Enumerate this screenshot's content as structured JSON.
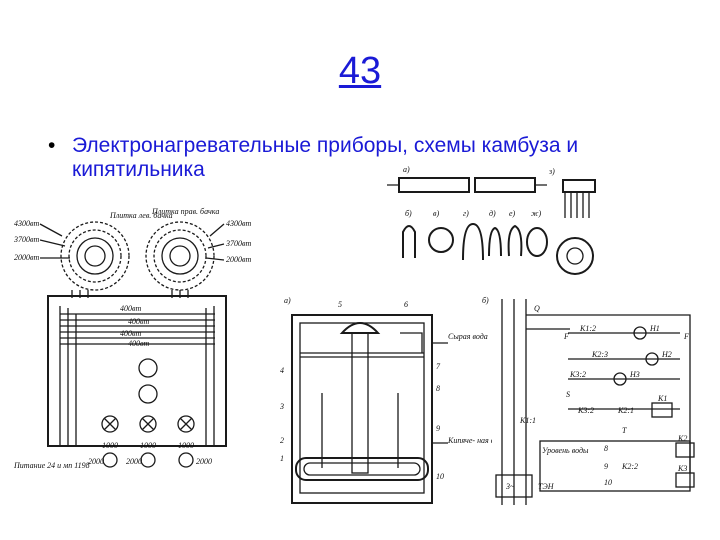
{
  "slide": {
    "number": "43",
    "bullet": "Электронагревательные приборы, схемы камбуза и кипятильника"
  },
  "stove_figure": {
    "left_plate_label": "Плитка лев. бачка",
    "right_plate_label": "Плитка прав. бачка",
    "left_powers": [
      "4300вт",
      "3700вт",
      "2000вт"
    ],
    "right_powers": [
      "4300вт",
      "3700вт",
      "2000вт"
    ],
    "center_powers": [
      "400вт",
      "400вт",
      "400вт",
      "400вт"
    ],
    "dial_values": [
      "1000",
      "1000",
      "1000",
      "2000",
      "2000",
      "2000"
    ],
    "supply_label": "Питание 24 и мп 1198"
  },
  "heater_figure": {
    "labels": [
      "а)",
      "з)",
      "б)",
      "в)",
      "г)",
      "д)",
      "е)",
      "ж)"
    ]
  },
  "boiler_figure": {
    "title": "а)",
    "part_numbers": [
      "1",
      "2",
      "3",
      "4",
      "5",
      "6",
      "7",
      "8",
      "9",
      "10"
    ],
    "raw_water_label": "Сырая вода",
    "boiled_water_label": "Кипяче- ная вода"
  },
  "circuit_figure": {
    "title": "б)",
    "labels": [
      "Q",
      "F",
      "F",
      "К1:2",
      "Н1",
      "К2:3",
      "Н2",
      "К3:2",
      "Н3",
      "S",
      "К3:2",
      "К2:1",
      "К1",
      "Т",
      "К1:1",
      "Уровень воды",
      "К2:2",
      "К2",
      "К3",
      "8",
      "9",
      "10",
      "ТЭН",
      "3~"
    ]
  }
}
